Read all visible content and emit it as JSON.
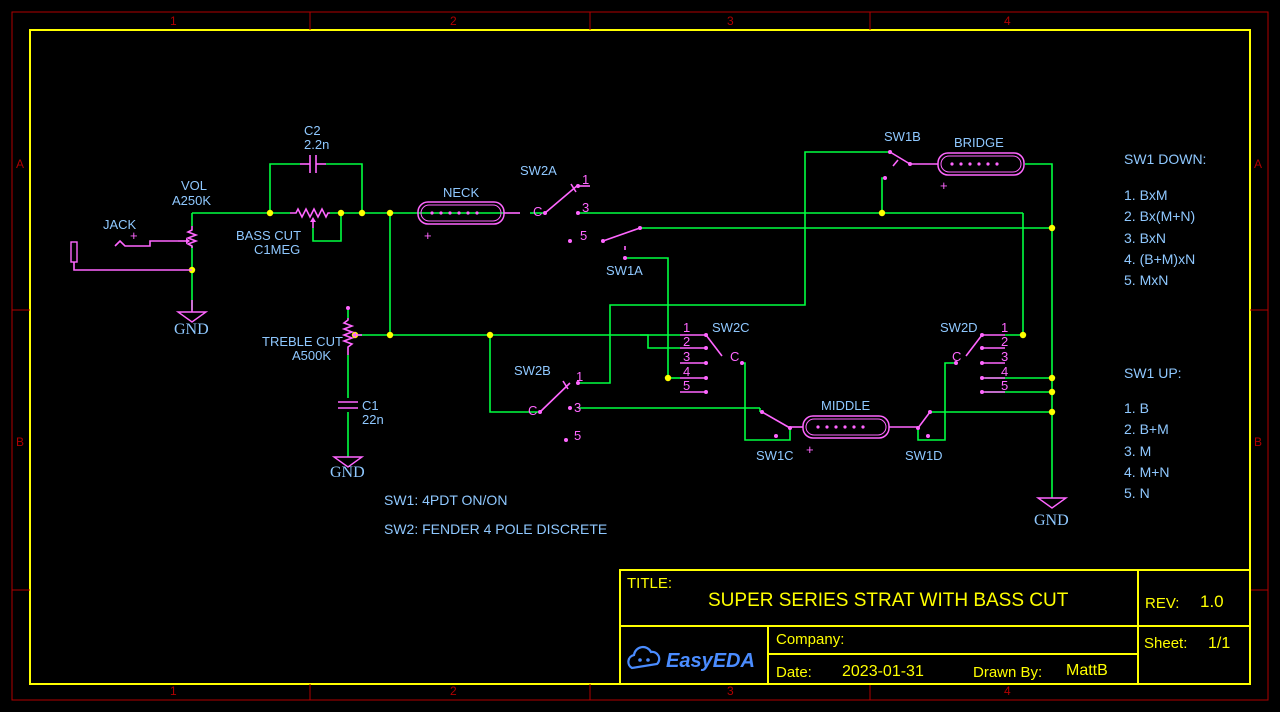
{
  "schematic": {
    "components": {
      "jack": "JACK",
      "vol_name": "VOL",
      "vol_value": "A250K",
      "c2_name": "C2",
      "c2_value": "2.2n",
      "bass_cut_name": "BASS CUT",
      "bass_cut_value": "C1MEG",
      "treble_cut_name": "TREBLE CUT",
      "treble_cut_value": "A500K",
      "c1_name": "C1",
      "c1_value": "22n",
      "gnd": "GND",
      "neck": "NECK",
      "bridge": "BRIDGE",
      "middle": "MIDDLE",
      "sw2a": "SW2A",
      "sw2b": "SW2B",
      "sw2c": "SW2C",
      "sw2d": "SW2D",
      "sw1a": "SW1A",
      "sw1b": "SW1B",
      "sw1c": "SW1C",
      "sw1d": "SW1D",
      "pin_c": "C",
      "pin_1": "1",
      "pin_2": "2",
      "pin_3": "3",
      "pin_4": "4",
      "pin_5": "5",
      "plus": "+"
    },
    "notes": {
      "sw1": "SW1: 4PDT ON/ON",
      "sw2": "SW2: FENDER 4 POLE DISCRETE"
    },
    "sw1_down": {
      "title": "SW1 DOWN:",
      "items": [
        "1. BxM",
        "2. Bx(M+N)",
        "3. BxN",
        "4. (B+M)xN",
        "5. MxN"
      ]
    },
    "sw1_up": {
      "title": "SW1 UP:",
      "items": [
        "1. B",
        "2. B+M",
        "3. M",
        "4. M+N",
        "5. N"
      ]
    }
  },
  "title_block": {
    "title_label": "TITLE:",
    "title": "SUPER SERIES STRAT WITH BASS CUT",
    "rev_label": "REV:",
    "rev": "1.0",
    "company_label": "Company:",
    "company": "",
    "sheet_label": "Sheet:",
    "sheet": "1/1",
    "date_label": "Date:",
    "date": "2023-01-31",
    "drawn_by_label": "Drawn By:",
    "drawn_by": "MattB",
    "logo": "EasyEDA"
  },
  "frame": {
    "columns": [
      "1",
      "2",
      "3",
      "4"
    ],
    "rows": [
      "A",
      "B"
    ]
  },
  "colors": {
    "background": "#000000",
    "border": "#ffff00",
    "wire": "#00ff40",
    "symbol": "#ff66ff",
    "label": "#8fc8ff",
    "ruler": "#b00000"
  }
}
